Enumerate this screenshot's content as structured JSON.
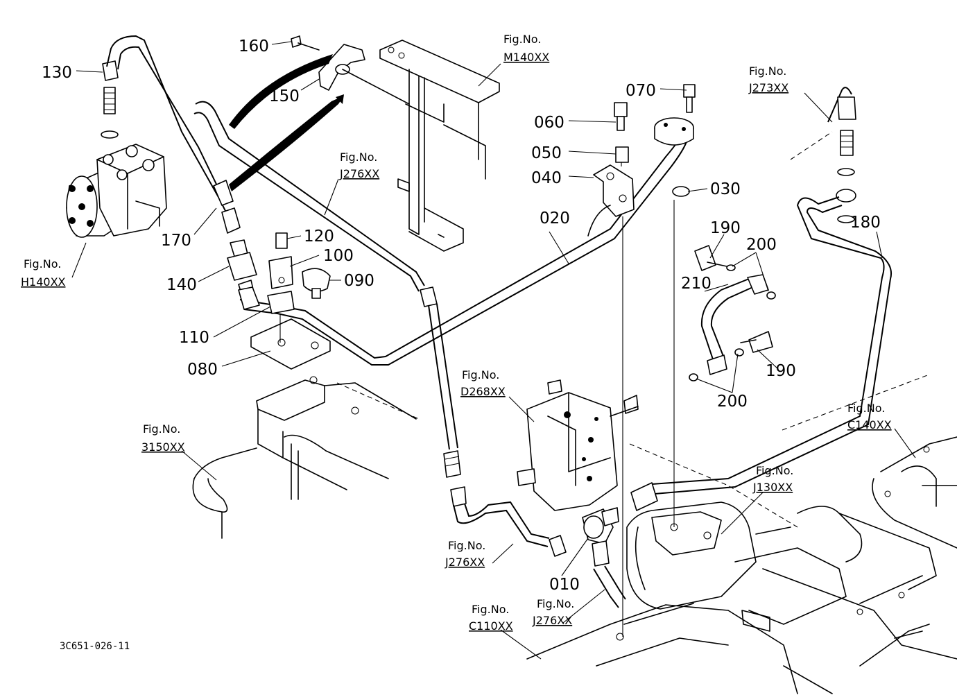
{
  "drawing_code": "3C651-026-11",
  "parts": {
    "p010": "010",
    "p020": "020",
    "p030": "030",
    "p040": "040",
    "p050": "050",
    "p060": "060",
    "p070": "070",
    "p080": "080",
    "p090": "090",
    "p100": "100",
    "p110": "110",
    "p120": "120",
    "p130": "130",
    "p140": "140",
    "p150": "150",
    "p160": "160",
    "p170": "170",
    "p180": "180",
    "p190a": "190",
    "p190b": "190",
    "p200a": "200",
    "p200b": "200",
    "p210": "210"
  },
  "fig_refs": {
    "label": "Fig.No.",
    "m140": "M140XX",
    "j273": "J273XX",
    "j276_top": "J276XX",
    "h140": "H140XX",
    "d268": "D268XX",
    "c140": "C140XX",
    "j130": "J130XX",
    "s3150": "3150XX",
    "j276_left": "J276XX",
    "j276_bottom": "J276XX",
    "c110": "C110XX"
  }
}
